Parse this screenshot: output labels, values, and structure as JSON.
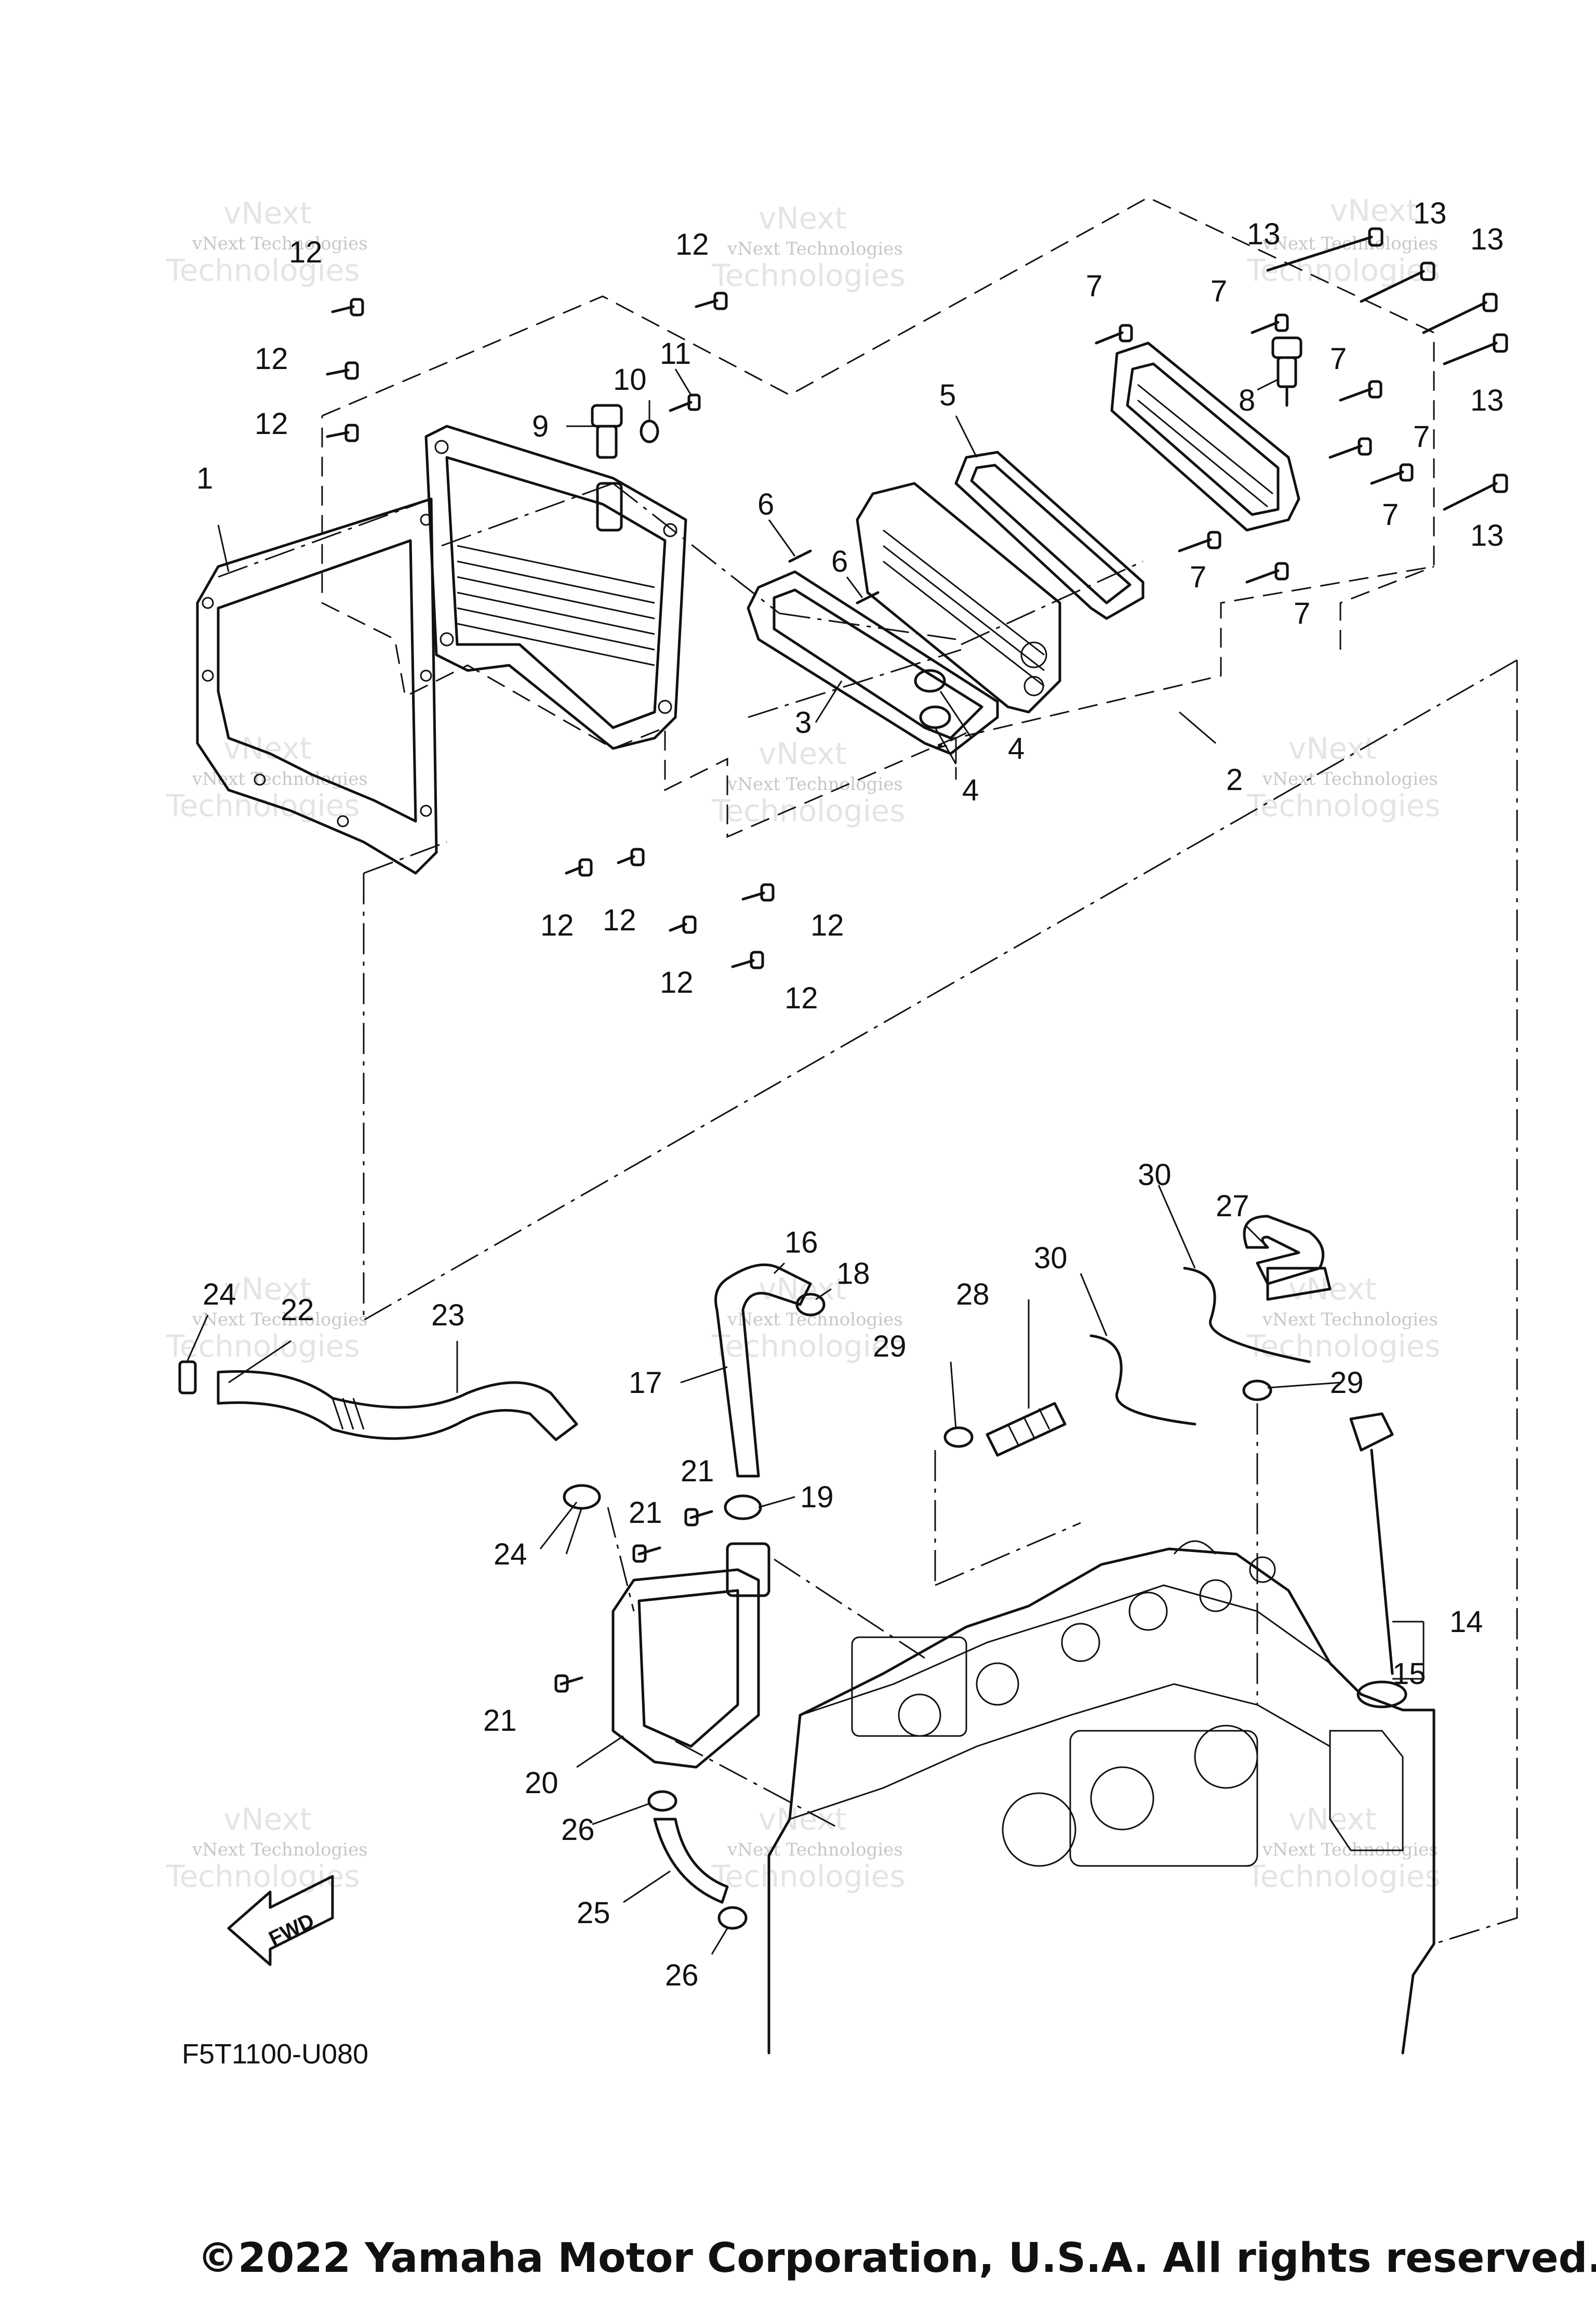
{
  "callouts": [
    {
      "id": "c1",
      "text": "1"
    },
    {
      "id": "c2",
      "text": "2"
    },
    {
      "id": "c3",
      "text": "3"
    },
    {
      "id": "c4a",
      "text": "4"
    },
    {
      "id": "c4b",
      "text": "4"
    },
    {
      "id": "c5",
      "text": "5"
    },
    {
      "id": "c6a",
      "text": "6"
    },
    {
      "id": "c6b",
      "text": "6"
    },
    {
      "id": "c7a",
      "text": "7"
    },
    {
      "id": "c7b",
      "text": "7"
    },
    {
      "id": "c7c",
      "text": "7"
    },
    {
      "id": "c7d",
      "text": "7"
    },
    {
      "id": "c7e",
      "text": "7"
    },
    {
      "id": "c7f",
      "text": "7"
    },
    {
      "id": "c7g",
      "text": "7"
    },
    {
      "id": "c8",
      "text": "8"
    },
    {
      "id": "c9",
      "text": "9"
    },
    {
      "id": "c10",
      "text": "10"
    },
    {
      "id": "c11",
      "text": "11"
    },
    {
      "id": "c12a",
      "text": "12"
    },
    {
      "id": "c12b",
      "text": "12"
    },
    {
      "id": "c12c",
      "text": "12"
    },
    {
      "id": "c12d",
      "text": "12"
    },
    {
      "id": "c12e",
      "text": "12"
    },
    {
      "id": "c12f",
      "text": "12"
    },
    {
      "id": "c12g",
      "text": "12"
    },
    {
      "id": "c12h",
      "text": "12"
    },
    {
      "id": "c12i",
      "text": "12"
    },
    {
      "id": "c13a",
      "text": "13"
    },
    {
      "id": "c13b",
      "text": "13"
    },
    {
      "id": "c13c",
      "text": "13"
    },
    {
      "id": "c13d",
      "text": "13"
    },
    {
      "id": "c13e",
      "text": "13"
    },
    {
      "id": "c14",
      "text": "14"
    },
    {
      "id": "c15",
      "text": "15"
    },
    {
      "id": "c16",
      "text": "16"
    },
    {
      "id": "c17",
      "text": "17"
    },
    {
      "id": "c18",
      "text": "18"
    },
    {
      "id": "c19",
      "text": "19"
    },
    {
      "id": "c20",
      "text": "20"
    },
    {
      "id": "c21a",
      "text": "21"
    },
    {
      "id": "c21b",
      "text": "21"
    },
    {
      "id": "c21c",
      "text": "21"
    },
    {
      "id": "c22",
      "text": "22"
    },
    {
      "id": "c23",
      "text": "23"
    },
    {
      "id": "c24a",
      "text": "24"
    },
    {
      "id": "c24b",
      "text": "24"
    },
    {
      "id": "c25",
      "text": "25"
    },
    {
      "id": "c26a",
      "text": "26"
    },
    {
      "id": "c26b",
      "text": "26"
    },
    {
      "id": "c27",
      "text": "27"
    },
    {
      "id": "c28",
      "text": "28"
    },
    {
      "id": "c29a",
      "text": "29"
    },
    {
      "id": "c29b",
      "text": "29"
    },
    {
      "id": "c30a",
      "text": "30"
    },
    {
      "id": "c30b",
      "text": "30"
    }
  ],
  "diagram_code": "F5T1100-U080",
  "fwd_label": "FWD",
  "copyright": "©2022 Yamaha Motor Corporation, U.S.A. All rights reserved.",
  "watermark": {
    "line1": "vNext Technologies",
    "line2": "Technologies",
    "line3": "vNext"
  }
}
